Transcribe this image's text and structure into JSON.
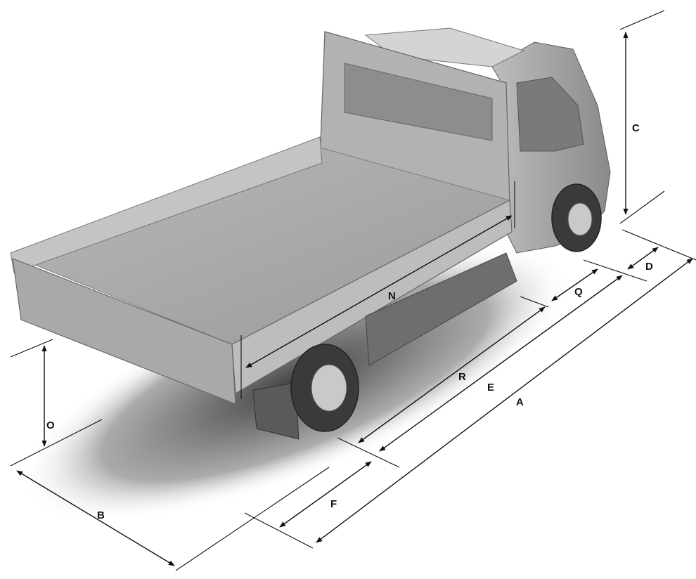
{
  "diagram": {
    "labels": {
      "A": "A",
      "B": "B",
      "C": "C",
      "D": "D",
      "E": "E",
      "F": "F",
      "N": "N",
      "O": "O",
      "Q": "Q",
      "R": "R"
    },
    "colors": {
      "background": "#ffffff",
      "ink": "#111111",
      "body_light": "#c9c9c9",
      "body_mid": "#a6a6a6",
      "body_dark": "#6d6d6d",
      "shadow": "#2a2a2a"
    }
  }
}
